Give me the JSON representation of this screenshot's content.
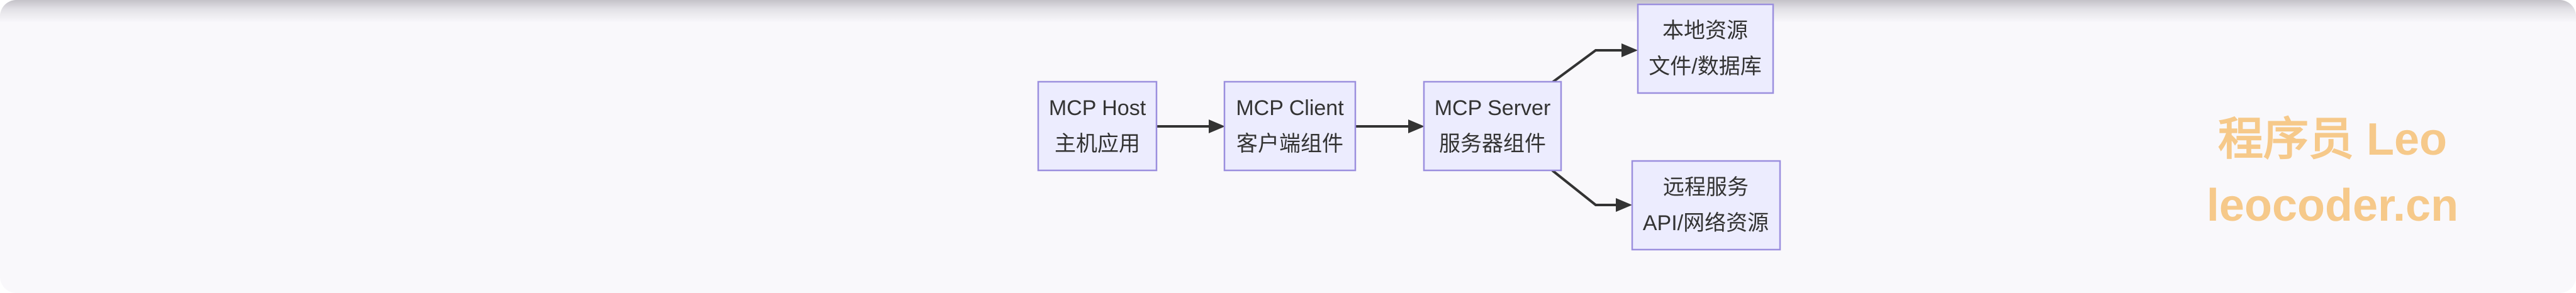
{
  "diagram": {
    "nodes": {
      "host": {
        "line1": "MCP Host",
        "line2": "主机应用"
      },
      "client": {
        "line1": "MCP Client",
        "line2": "客户端组件"
      },
      "server": {
        "line1": "MCP Server",
        "line2": "服务器组件"
      },
      "local": {
        "line1": "本地资源",
        "line2": "文件/数据库"
      },
      "remote": {
        "line1": "远程服务",
        "line2": "API/网络资源"
      }
    },
    "edges": [
      {
        "from": "host",
        "to": "client"
      },
      {
        "from": "client",
        "to": "server"
      },
      {
        "from": "server",
        "to": "local"
      },
      {
        "from": "server",
        "to": "remote"
      }
    ]
  },
  "watermark": {
    "line1": "程序员 Leo",
    "line2": "leocoder.cn"
  }
}
